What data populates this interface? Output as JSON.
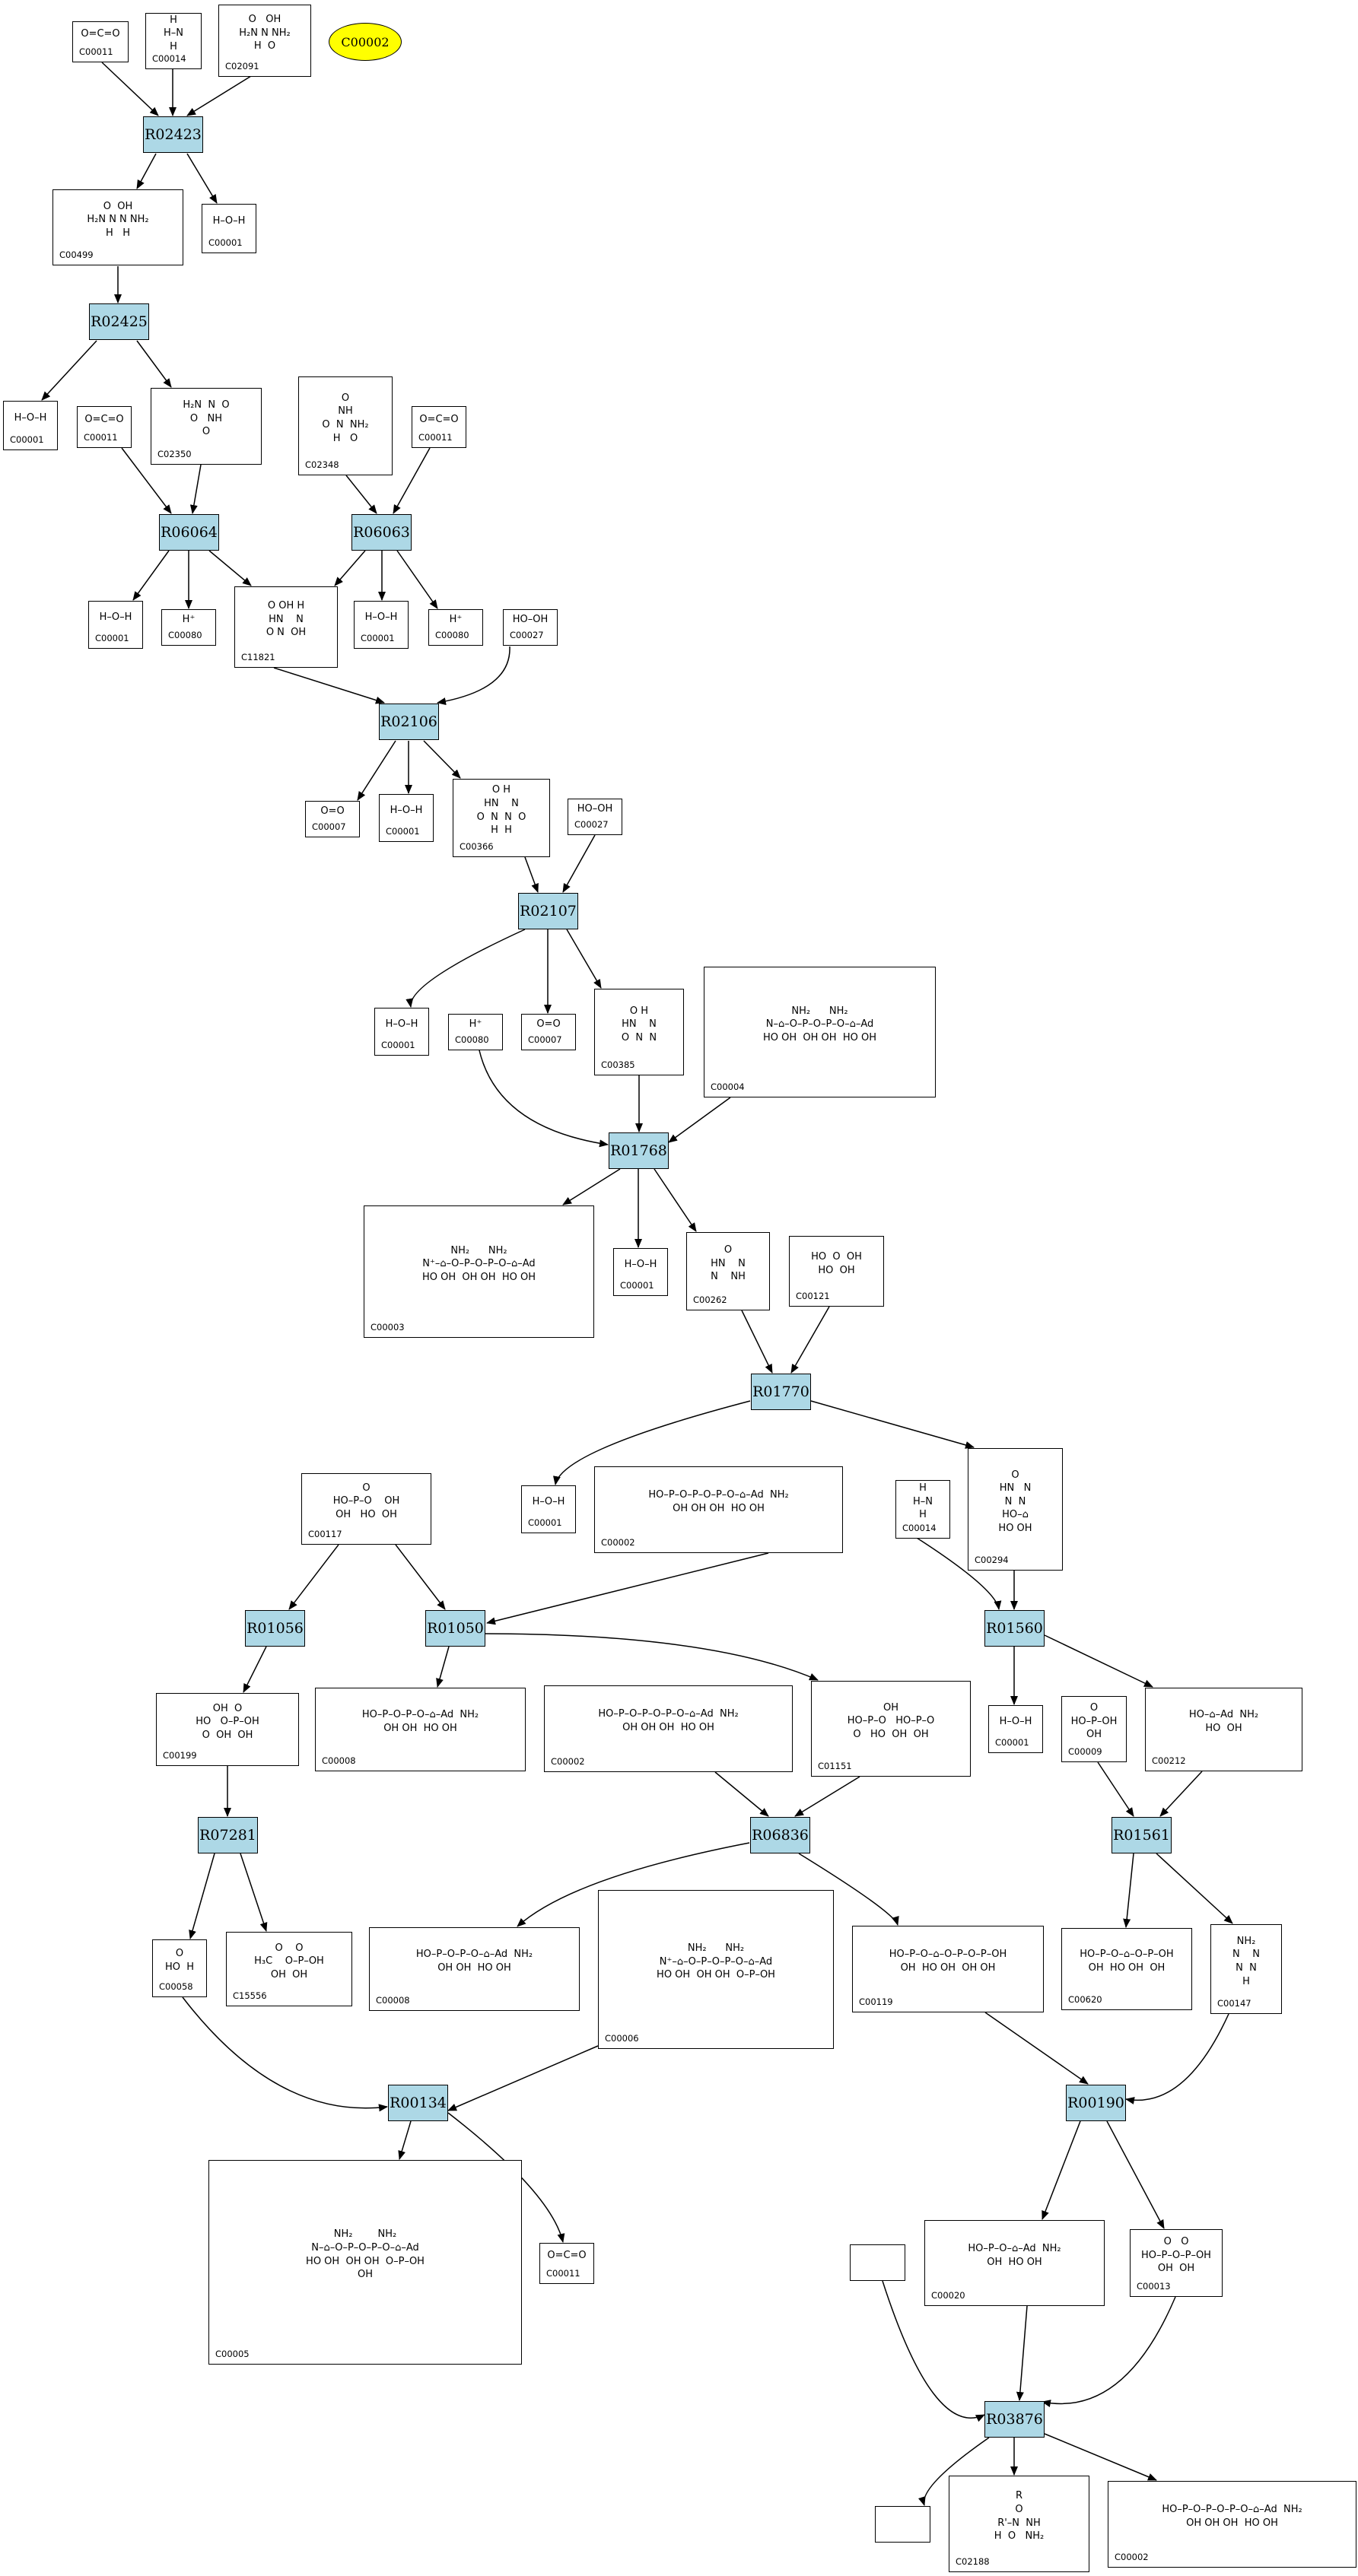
{
  "title": "",
  "reactions": [
    {
      "id": "R02423",
      "label": "R02423"
    },
    {
      "id": "R02425",
      "label": "R02425"
    },
    {
      "id": "R06064",
      "label": "R06064"
    },
    {
      "id": "R06063",
      "label": "R06063"
    },
    {
      "id": "R02106",
      "label": "R02106"
    },
    {
      "id": "R02107",
      "label": "R02107"
    },
    {
      "id": "R01768",
      "label": "R01768"
    },
    {
      "id": "R01770",
      "label": "R01770"
    },
    {
      "id": "R01056",
      "label": "R01056"
    },
    {
      "id": "R01050",
      "label": "R01050"
    },
    {
      "id": "R01560",
      "label": "R01560"
    },
    {
      "id": "R07281",
      "label": "R07281"
    },
    {
      "id": "R06836",
      "label": "R06836"
    },
    {
      "id": "R01561",
      "label": "R01561"
    },
    {
      "id": "R00134",
      "label": "R00134"
    },
    {
      "id": "R00190",
      "label": "R00190"
    },
    {
      "id": "R03876",
      "label": "R03876"
    }
  ],
  "glycan": {
    "label": "C00002"
  },
  "compounds": [
    {
      "key": "c1",
      "label": "C00011",
      "struct": "O=C=O"
    },
    {
      "key": "c2",
      "label": "C00014",
      "struct": "H\nH–N\nH"
    },
    {
      "key": "c3",
      "label": "C02091",
      "struct": "O   OH\nH₂N N NH₂\nH  O"
    },
    {
      "key": "c4",
      "label": "C00499",
      "struct": "O  OH\nH₂N N N NH₂\nH   H"
    },
    {
      "key": "c5",
      "label": "C00001",
      "struct": "H–O–H"
    },
    {
      "key": "c6",
      "label": "C00001",
      "struct": "H–O–H"
    },
    {
      "key": "c7",
      "label": "C00011",
      "struct": "O=C=O"
    },
    {
      "key": "c8",
      "label": "C02350",
      "struct": "H₂N  N  O\nO   NH\nO"
    },
    {
      "key": "c9",
      "label": "C02348",
      "struct": "O\nNH\nO  N  NH₂\nH   O"
    },
    {
      "key": "c10",
      "label": "C00011",
      "struct": "O=C=O"
    },
    {
      "key": "c11",
      "label": "C00001",
      "struct": "H–O–H"
    },
    {
      "key": "c12",
      "label": "C00080",
      "struct": "H⁺"
    },
    {
      "key": "c13",
      "label": "C11821",
      "struct": "O OH H\nHN    N\nO N  OH"
    },
    {
      "key": "c14",
      "label": "C00001",
      "struct": "H–O–H"
    },
    {
      "key": "c15",
      "label": "C00080",
      "struct": "H⁺"
    },
    {
      "key": "c16",
      "label": "C00027",
      "struct": "HO–OH"
    },
    {
      "key": "c17",
      "label": "C00007",
      "struct": "O=O"
    },
    {
      "key": "c18",
      "label": "C00001",
      "struct": "H–O–H"
    },
    {
      "key": "c19",
      "label": "C00366",
      "struct": "O H\nHN    N\nO  N  N  O\nH  H"
    },
    {
      "key": "c20",
      "label": "C00027",
      "struct": "HO–OH"
    },
    {
      "key": "c21",
      "label": "C00001",
      "struct": "H–O–H"
    },
    {
      "key": "c22",
      "label": "C00080",
      "struct": "H⁺"
    },
    {
      "key": "c23",
      "label": "C00007",
      "struct": "O=O"
    },
    {
      "key": "c24",
      "label": "C00385",
      "struct": "O H\nHN    N\nO  N  N"
    },
    {
      "key": "c25",
      "label": "C00004",
      "struct": "NH₂      NH₂\nN–⌂–O–P–O–P–O–⌂–Ad\nHO OH  OH OH  HO OH"
    },
    {
      "key": "c26",
      "label": "C00003",
      "struct": "NH₂      NH₂\nN⁺–⌂–O–P–O–P–O–⌂–Ad\nHO OH  OH OH  HO OH"
    },
    {
      "key": "c27",
      "label": "C00001",
      "struct": "H–O–H"
    },
    {
      "key": "c28",
      "label": "C00262",
      "struct": "O\nHN    N\nN    NH"
    },
    {
      "key": "c29",
      "label": "C00121",
      "struct": "HO  O  OH\nHO  OH"
    },
    {
      "key": "c30",
      "label": "C00117",
      "struct": "O\nHO–P–O    OH\nOH   HO  OH"
    },
    {
      "key": "c31",
      "label": "C00001",
      "struct": "H–O–H"
    },
    {
      "key": "c32",
      "label": "C00002",
      "struct": "HO–P–O–P–O–P–O–⌂–Ad  NH₂\nOH OH OH  HO OH"
    },
    {
      "key": "c33",
      "label": "C00014",
      "struct": "H\nH–N\nH"
    },
    {
      "key": "c34",
      "label": "C00294",
      "struct": "O\nHN   N\nN  N\nHO–⌂\nHO OH"
    },
    {
      "key": "c35",
      "label": "C00199",
      "struct": "OH  O\nHO   O–P–OH\nO  OH  OH"
    },
    {
      "key": "c36",
      "label": "C00008",
      "struct": "HO–P–O–P–O–⌂–Ad  NH₂\nOH OH  HO OH"
    },
    {
      "key": "c37",
      "label": "C00002",
      "struct": "HO–P–O–P–O–P–O–⌂–Ad  NH₂\nOH OH OH  HO OH"
    },
    {
      "key": "c38",
      "label": "C01151",
      "struct": "OH\nHO–P–O   HO–P–O\nO   HO  OH  OH"
    },
    {
      "key": "c39",
      "label": "C00001",
      "struct": "H–O–H"
    },
    {
      "key": "c40",
      "label": "C00009",
      "struct": "O\nHO–P–OH\nOH"
    },
    {
      "key": "c41",
      "label": "C00212",
      "struct": "HO–⌂–Ad  NH₂\nHO  OH"
    },
    {
      "key": "c42",
      "label": "C00058",
      "struct": "O\nHO  H"
    },
    {
      "key": "c43",
      "label": "C15556",
      "struct": "O    O\nH₃C    O–P–OH\nOH  OH"
    },
    {
      "key": "c44",
      "label": "C00008",
      "struct": "HO–P–O–P–O–⌂–Ad  NH₂\nOH OH  HO OH"
    },
    {
      "key": "c45",
      "label": "C00006",
      "struct": "NH₂      NH₂\nN⁺–⌂–O–P–O–P–O–⌂–Ad\nHO OH  OH OH  O–P–OH"
    },
    {
      "key": "c46",
      "label": "C00119",
      "struct": "HO–P–O–⌂–O–P–O–P–OH\nOH  HO OH  OH OH"
    },
    {
      "key": "c47",
      "label": "C00620",
      "struct": "HO–P–O–⌂–O–P–OH\nOH  HO OH  OH"
    },
    {
      "key": "c48",
      "label": "C00147",
      "struct": "NH₂\nN    N\nN  N\nH"
    },
    {
      "key": "c49",
      "label": "C00005",
      "struct": "NH₂        NH₂\nN–⌂–O–P–O–P–O–⌂–Ad\nHO OH  OH OH  O–P–OH\nOH"
    },
    {
      "key": "c50",
      "label": "C00011",
      "struct": "O=C=O"
    },
    {
      "key": "c51",
      "label": "C00020",
      "struct": "HO–P–O–⌂–Ad  NH₂\nOH  HO OH"
    },
    {
      "key": "c52",
      "label": "C00013",
      "struct": "O   O\nHO–P–O–P–OH\nOH  OH"
    },
    {
      "key": "c53",
      "label": "C02188",
      "struct": "R\nO\nR'–N  NH\nH  O   NH₂"
    },
    {
      "key": "c54",
      "label": "C00002",
      "struct": "HO–P–O–P–O–P–O–⌂–Ad  NH₂\nOH OH OH  HO OH"
    }
  ]
}
